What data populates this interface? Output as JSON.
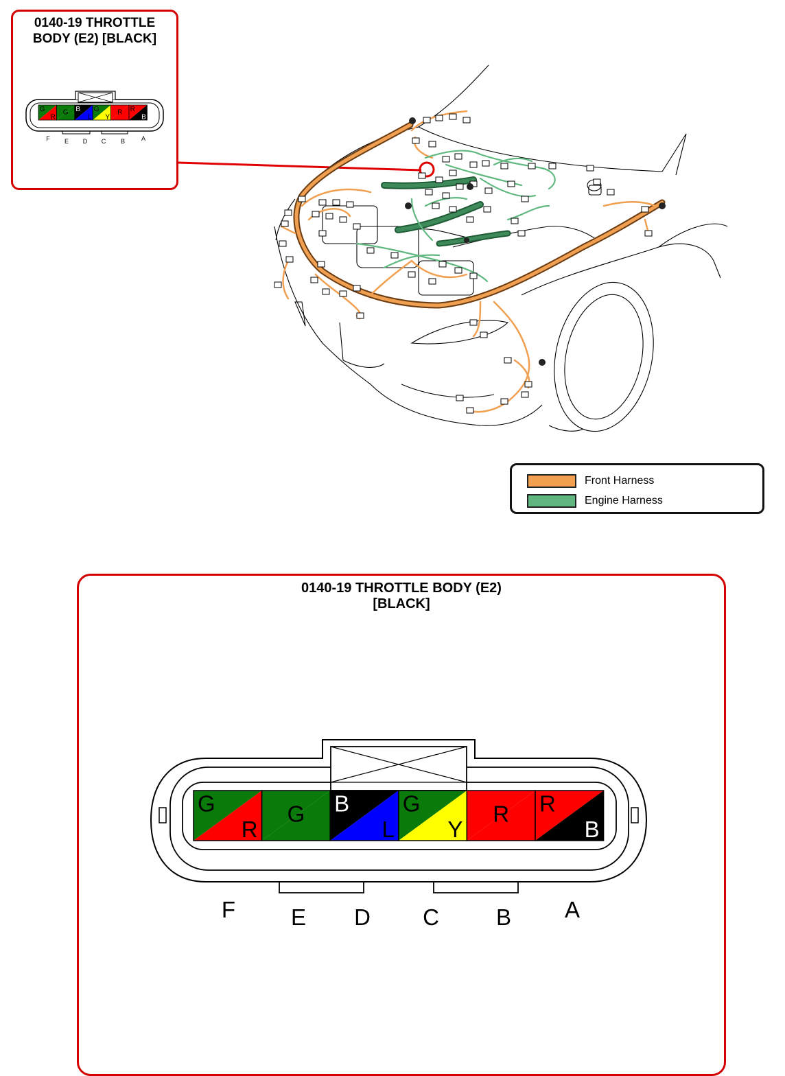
{
  "inset": {
    "title_line1": "0140-19 THROTTLE",
    "title_line2": "BODY (E2) [BLACK]"
  },
  "main": {
    "title_line1": "0140-19 THROTTLE BODY (E2)",
    "title_line2": "[BLACK]"
  },
  "legend": {
    "items": [
      {
        "label": "Front Harness",
        "color": "#f0a050"
      },
      {
        "label": "Engine Harness",
        "color": "#60b880"
      }
    ]
  },
  "connector": {
    "pins": [
      {
        "letter": "F",
        "top_label": "G",
        "bottom_label": "R",
        "top_color": "#0a7a0a",
        "bottom_color": "#ff0000",
        "top_text_color": "#000000",
        "bottom_text_color": "#000000"
      },
      {
        "letter": "E",
        "top_label": "G",
        "bottom_label": "",
        "top_color": "#0a7a0a",
        "bottom_color": "#0a7a0a",
        "top_text_color": "#000000",
        "bottom_text_color": "#000000"
      },
      {
        "letter": "D",
        "top_label": "B",
        "bottom_label": "L",
        "top_color": "#000000",
        "bottom_color": "#0000ff",
        "top_text_color": "#ffffff",
        "bottom_text_color": "#000000"
      },
      {
        "letter": "C",
        "top_label": "G",
        "bottom_label": "Y",
        "top_color": "#0a7a0a",
        "bottom_color": "#ffff00",
        "top_text_color": "#000000",
        "bottom_text_color": "#000000"
      },
      {
        "letter": "B",
        "top_label": "R",
        "bottom_label": "",
        "top_color": "#ff0000",
        "bottom_color": "#ff0000",
        "top_text_color": "#000000",
        "bottom_text_color": "#000000"
      },
      {
        "letter": "A",
        "top_label": "R",
        "bottom_label": "B",
        "top_color": "#ff0000",
        "bottom_color": "#000000",
        "top_text_color": "#000000",
        "bottom_text_color": "#ffffff"
      }
    ]
  },
  "colors": {
    "frame_red": "#d40000",
    "engine_harness_dark": "#3e8a5a",
    "front_harness_dark": "#6b3c12"
  }
}
